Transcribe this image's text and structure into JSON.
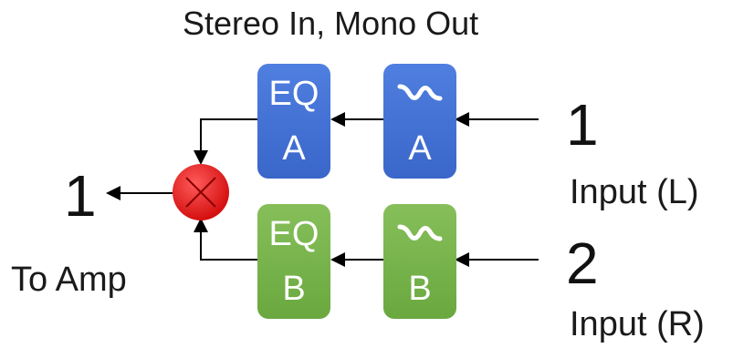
{
  "title": "Stereo In, Mono Out",
  "output": {
    "number": "1",
    "label": "To Amp"
  },
  "inputs": [
    {
      "number": "1",
      "label": "Input (L)"
    },
    {
      "number": "2",
      "label": "Input (R)"
    }
  ],
  "channels": [
    {
      "eq_top": "EQ",
      "eq_bottom": "A",
      "filter_bottom": "A",
      "color": "#3f6fd6"
    },
    {
      "eq_top": "EQ",
      "eq_bottom": "B",
      "filter_bottom": "B",
      "color": "#74b04a"
    }
  ],
  "mixer": {
    "icon": "mixer-icon",
    "color": "#e01515"
  },
  "icons": {
    "filter": "filter-wave-icon",
    "arrow": "arrow-icon"
  }
}
